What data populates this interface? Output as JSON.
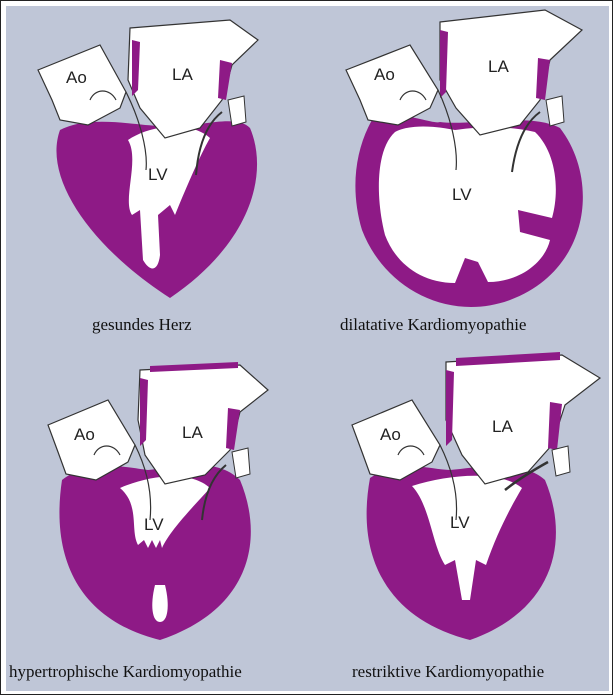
{
  "colors": {
    "background": "#bfc6d7",
    "myocardium": "#8e1a86",
    "chamber": "#ffffff",
    "outline": "#333333"
  },
  "hearts": [
    {
      "caption": "gesundes Herz",
      "chamber_labels": {
        "aorta": "Ao",
        "atrium": "LA",
        "ventricle": "LV"
      }
    },
    {
      "caption": "dilatative Kardiomyopathie",
      "chamber_labels": {
        "aorta": "Ao",
        "atrium": "LA",
        "ventricle": "LV"
      }
    },
    {
      "caption": "hypertrophische Kardiomyopathie",
      "chamber_labels": {
        "aorta": "Ao",
        "atrium": "LA",
        "ventricle": "LV"
      }
    },
    {
      "caption": "restriktive Kardiomyopathie",
      "chamber_labels": {
        "aorta": "Ao",
        "atrium": "LA",
        "ventricle": "LV"
      }
    }
  ]
}
